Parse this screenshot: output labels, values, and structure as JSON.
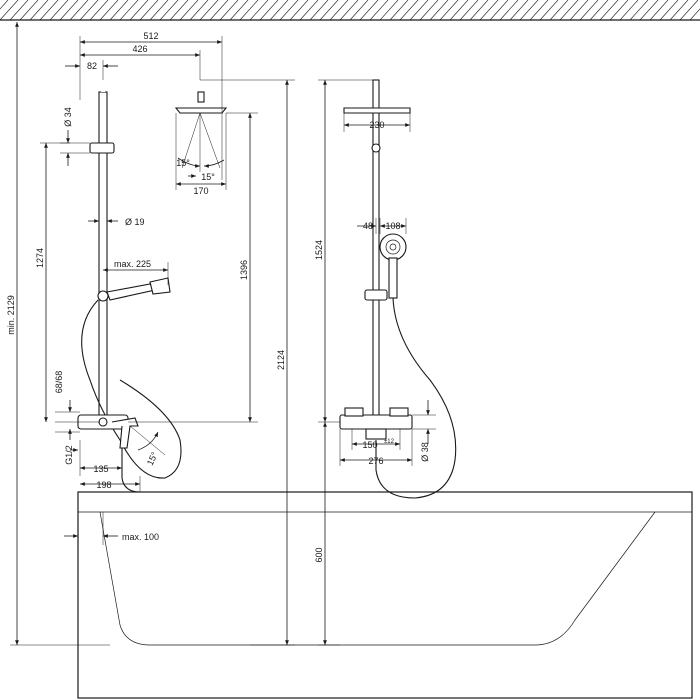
{
  "dimensions": {
    "d512": "512",
    "d426": "426",
    "d82": "82",
    "d34": "Ø 34",
    "d15a": "15°",
    "d15b": "15°",
    "d170": "170",
    "d19": "Ø 19",
    "d225": "max. 225",
    "d1274": "1274",
    "d1396": "1396",
    "d2124": "2124",
    "d2129": "min. 2129",
    "d6868": "68/68",
    "dG12": "G1/2",
    "d15c": "15°",
    "d135": "135",
    "d198": "198",
    "d100": "max. 100",
    "d230": "230",
    "d1524": "1524",
    "d48": "48",
    "d108": "108",
    "d150": "150",
    "d150b": "±12",
    "d38": "Ø 38",
    "d276": "276",
    "d600": "600"
  },
  "colors": {
    "line": "#1a1a1a",
    "background": "#ffffff"
  }
}
